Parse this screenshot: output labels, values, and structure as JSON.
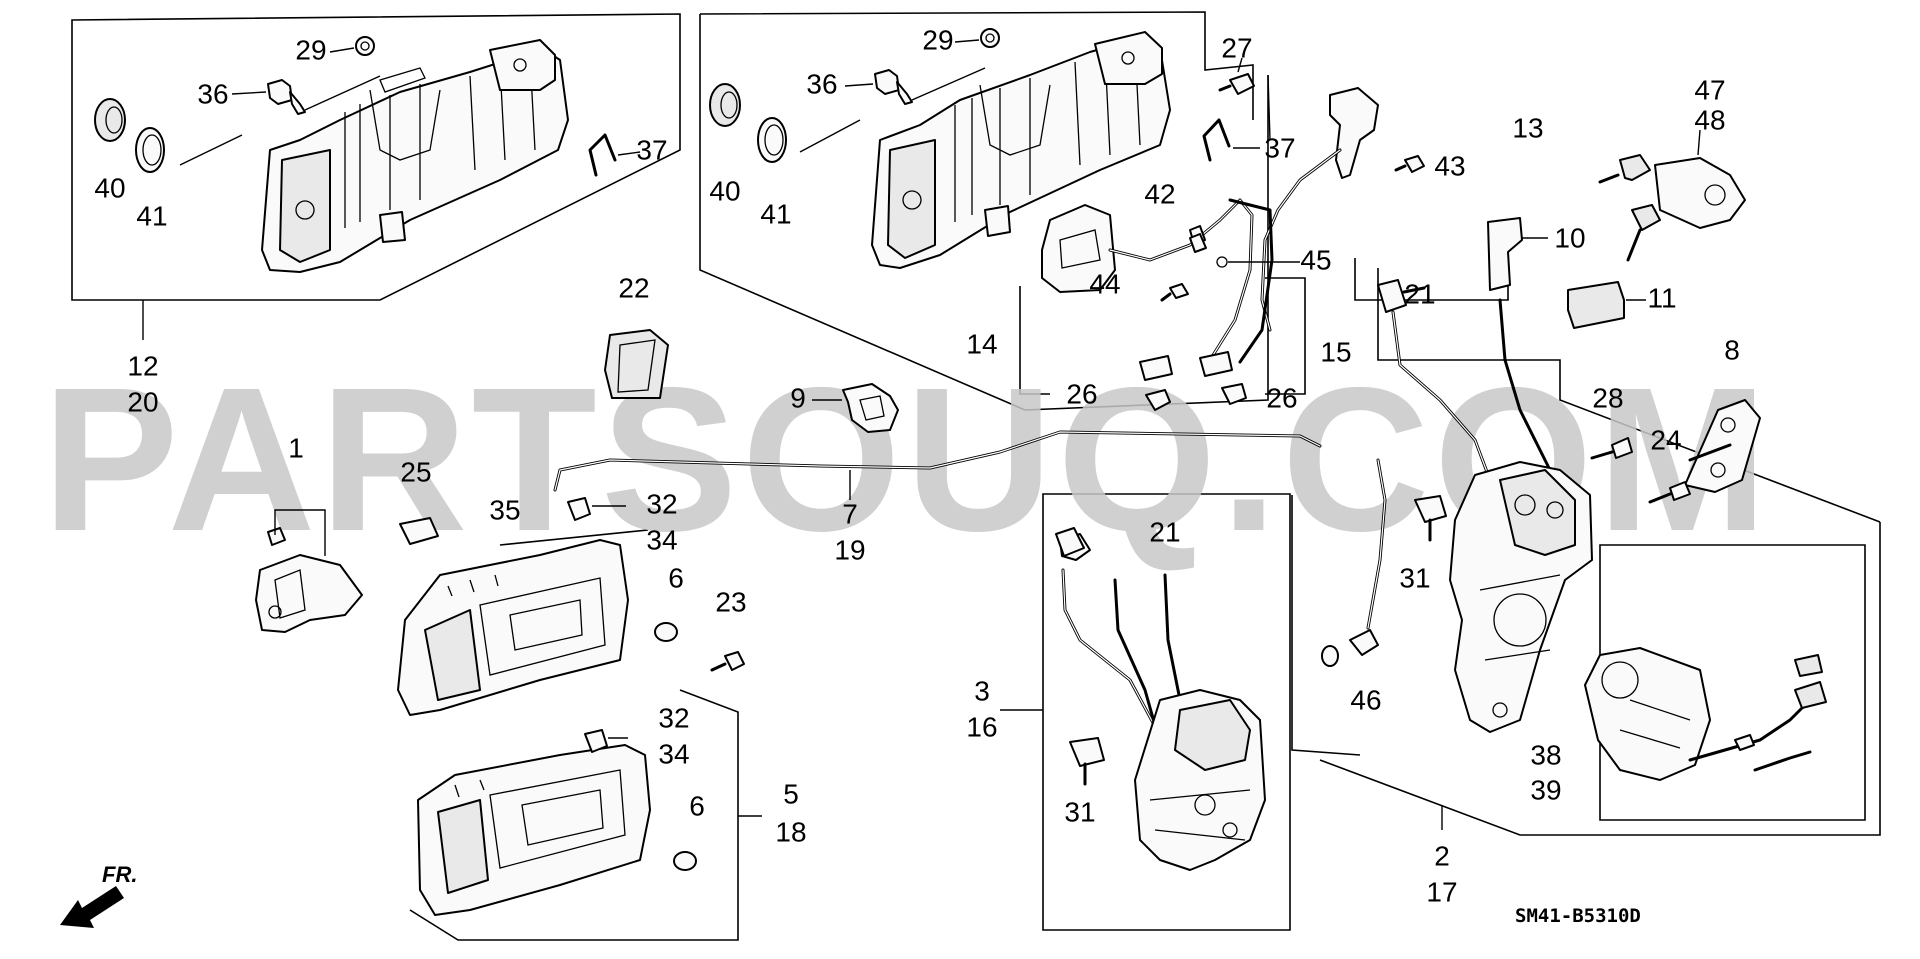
{
  "diagram": {
    "watermark": "PARTSOUQ.COM",
    "code": "SM41-B5310D",
    "direction_label": "FR.",
    "part_labels": {
      "p1": "1",
      "p2": "2",
      "p3": "3",
      "p5": "5",
      "p6a": "6",
      "p6b": "6",
      "p7": "7",
      "p8": "8",
      "p9": "9",
      "p10": "10",
      "p11": "11",
      "p12": "12",
      "p13": "13",
      "p14": "14",
      "p15": "15",
      "p16": "16",
      "p17": "17",
      "p18": "18",
      "p19": "19",
      "p20": "20",
      "p21a": "21",
      "p21b": "21",
      "p22": "22",
      "p23": "23",
      "p24": "24",
      "p25": "25",
      "p26a": "26",
      "p26b": "26",
      "p27": "27",
      "p28": "28",
      "p29a": "29",
      "p29b": "29",
      "p31a": "31",
      "p31b": "31",
      "p32a": "32",
      "p32b": "32",
      "p34a": "34",
      "p34b": "34",
      "p35": "35",
      "p36a": "36",
      "p36b": "36",
      "p37a": "37",
      "p37b": "37",
      "p38": "38",
      "p39": "39",
      "p40a": "40",
      "p40b": "40",
      "p41a": "41",
      "p41b": "41",
      "p42": "42",
      "p43": "43",
      "p44": "44",
      "p45": "45",
      "p46": "46",
      "p47": "47",
      "p48": "48"
    }
  }
}
